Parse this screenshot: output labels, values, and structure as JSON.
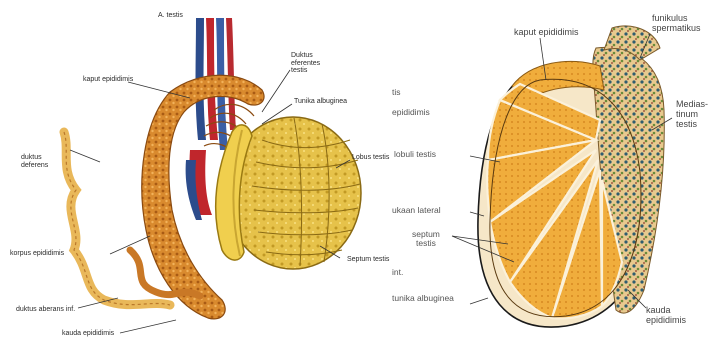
{
  "left_panel": {
    "top_caption": "A. testis",
    "labels": {
      "kaput_epididimis": "kaput epididimis",
      "duktus_eferen": "Duktus\neferentes\ntestis",
      "tunika_albuginea": "Tunika albuginea",
      "lobus_testis": "Lobus testis",
      "duktus_deferens": "duktus\ndeferens",
      "korpus_epididimis": "korpus epididimis",
      "septum_testis": "Septum testis",
      "duktus_aberans": "duktus aberans inf.",
      "kauda_epididimis": "kauda epididimis"
    }
  },
  "right_panel": {
    "labels": {
      "kaput_epididimis": "kaput epididimis",
      "funikulus": "funikulus\nspermatikus",
      "mediastinum": "Medias-\ntinum\ntestis",
      "frag_testis": "tis",
      "frag_epididimis": "epididimis",
      "lobuli_testis": "lobuli testis",
      "permukaan_lateral": "ukaan lateral",
      "septum_testis": "septum\ntestis",
      "frag_int": "int.",
      "tunika_albuginea": "tunika albuginea",
      "kauda_epididimis": "kauda\nepididimis"
    }
  },
  "colors": {
    "epididymis_orange": "#d98a2e",
    "testis_yellow": "#e6c24a",
    "tunica_yellow": "#f0cf4e",
    "artery_red": "#c0262c",
    "vein_blue": "#2c4c8c",
    "lobule_orange": "#f0ad3c",
    "septum_white": "#fbf1da",
    "leader_line": "#333333"
  }
}
